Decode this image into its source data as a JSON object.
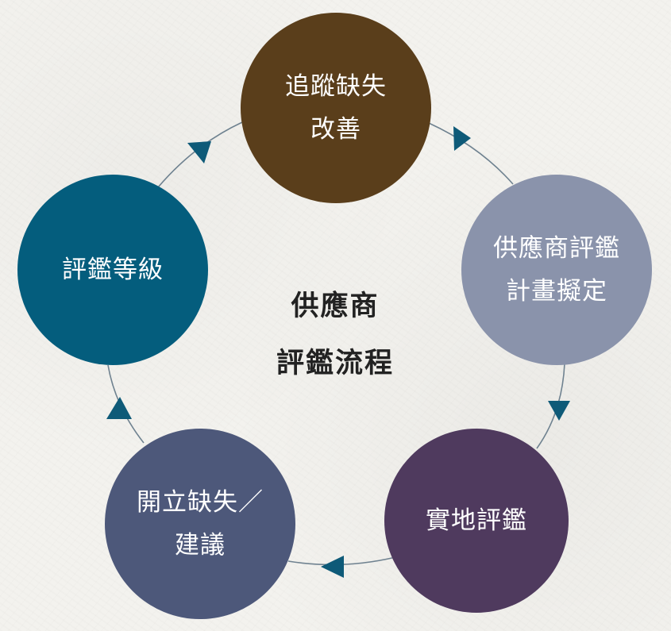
{
  "colors": {
    "background": "#f3f2ee",
    "connector": "#6f8290",
    "arrow": "#0e5a78",
    "title_text": "#222222"
  },
  "center": {
    "title": "供應商\n評鑑流程"
  },
  "steps": [
    {
      "label": "追蹤缺失\n改善",
      "color": "#5a3e1b"
    },
    {
      "label": "供應商評鑑\n計畫擬定",
      "color": "#8a93ab"
    },
    {
      "label": "實地評鑑",
      "color": "#4f3a5e"
    },
    {
      "label": "開立缺失／\n建議",
      "color": "#4d587a"
    },
    {
      "label": "評鑑等級",
      "color": "#045d7d"
    }
  ]
}
